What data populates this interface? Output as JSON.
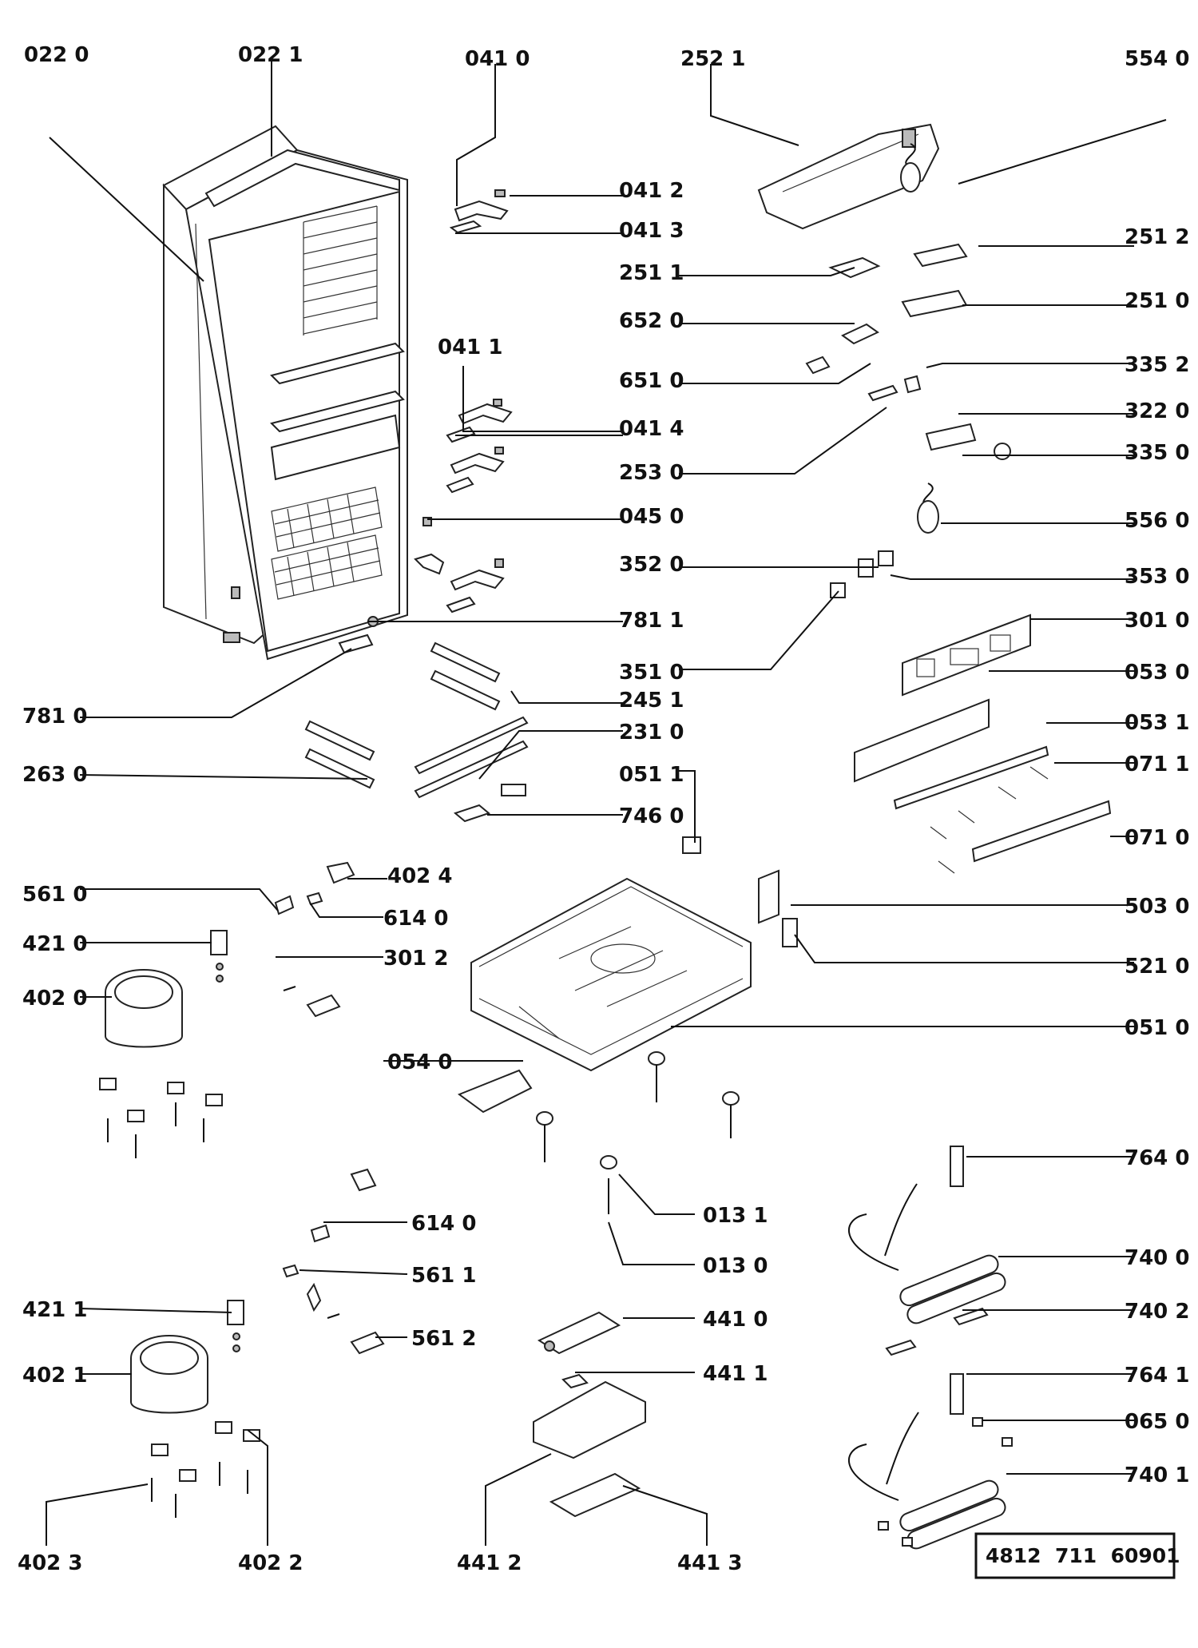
{
  "labels": {
    "l0220": "022 0",
    "l0221": "022 1",
    "l0410": "041 0",
    "l2521": "252 1",
    "l5540": "554 0",
    "l0412": "041 2",
    "l0413": "041 3",
    "l2512": "251 2",
    "l2511": "251 1",
    "l2510": "251 0",
    "l6520": "652 0",
    "l0411": "041 1",
    "l3352": "335 2",
    "l6510": "651 0",
    "l3220": "322 0",
    "l0414": "041 4",
    "l3350": "335 0",
    "l2530": "253 0",
    "l0450": "045 0",
    "l5560": "556 0",
    "l3520": "352 0",
    "l3530": "353 0",
    "l7811": "781 1",
    "l3010": "301 0",
    "l3510": "351 0",
    "l0530": "053 0",
    "l2451": "245 1",
    "l7810": "781 0",
    "l0531": "053 1",
    "l2310": "231 0",
    "l2630": "263 0",
    "l0711": "071 1",
    "l0511": "051 1",
    "l7460": "746 0",
    "l0710": "071 0",
    "l4024": "402 4",
    "l5610": "561 0",
    "l6140a": "614 0",
    "l5030": "503 0",
    "l4210": "421 0",
    "l3012": "301 2",
    "l5210": "521 0",
    "l4020": "402 0",
    "l0510": "051 0",
    "l0540": "054 0",
    "l7640": "764 0",
    "l0131": "013 1",
    "l6140b": "614 0",
    "l7400": "740 0",
    "l0130": "013 0",
    "l5611": "561 1",
    "l4211": "421 1",
    "l4410": "441 0",
    "l7402": "740 2",
    "l5612": "561 2",
    "l4411": "441 1",
    "l4021": "402 1",
    "l7641": "764 1",
    "l0650": "065 0",
    "l7401": "740 1",
    "l4023": "402 3",
    "l4022": "402 2",
    "l4412": "441 2",
    "l4413": "441 3"
  },
  "document_number": "4812  711  60901"
}
